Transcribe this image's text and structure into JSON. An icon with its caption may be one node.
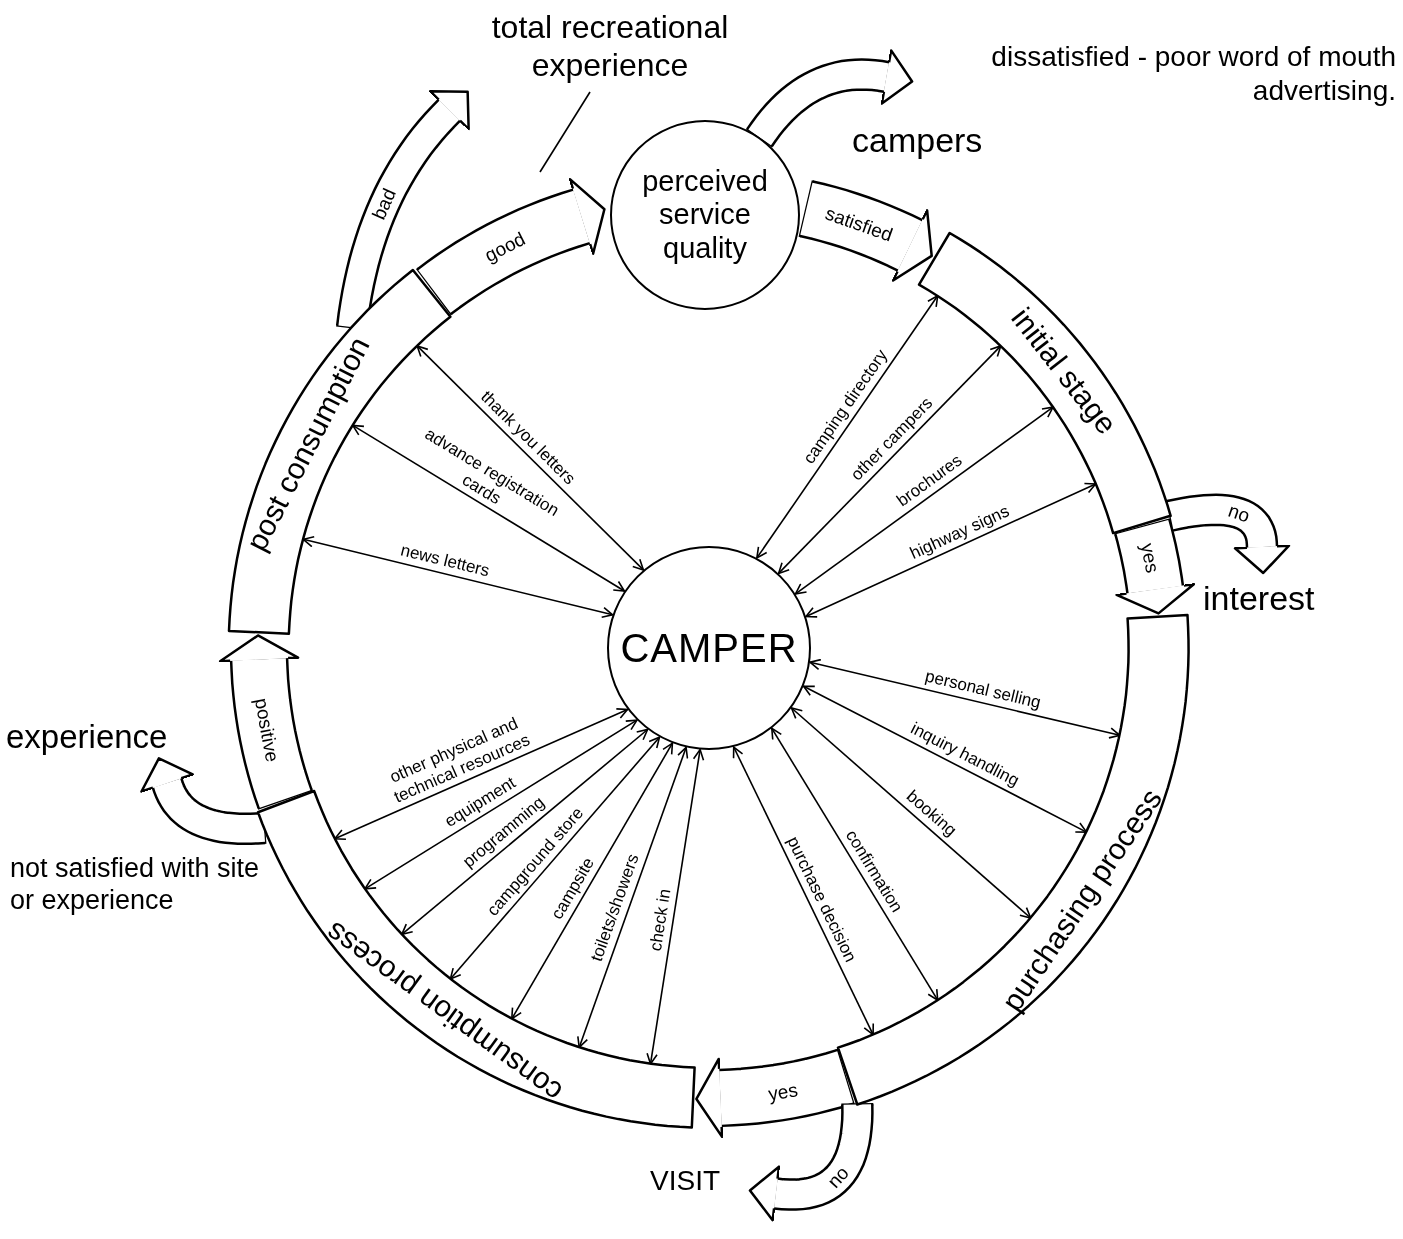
{
  "diagram": {
    "nodes": [
      {
        "text": [
          "CAMPER"
        ]
      },
      {
        "text": [
          "perceived service quality"
        ]
      },
      {
        "text": [
          "initial stage"
        ]
      },
      {
        "text": [
          "purchasing process"
        ]
      },
      {
        "text": [
          "consumption process"
        ]
      },
      {
        "text": [
          "post consumption"
        ]
      },
      {
        "text": [
          "interest"
        ]
      },
      {
        "text": [
          "VISIT"
        ]
      },
      {
        "text": [
          "experience"
        ]
      },
      {
        "text": [
          "dissatisfied - poor word of mouth advertising."
        ]
      },
      {
        "text": [
          "total recreational experience"
        ]
      }
    ],
    "edges": [
      {
        "from": 2,
        "to": 3,
        "arrow": "to",
        "label": "yes",
        "style": "thick"
      },
      {
        "from": 3,
        "to": 4,
        "arrow": "to",
        "label": "yes",
        "style": "thick"
      },
      {
        "from": 4,
        "to": 5,
        "arrow": "to",
        "label": "positive",
        "style": "thick"
      },
      {
        "from": 5,
        "to": 1,
        "arrow": "to",
        "label": "good",
        "style": "thick"
      },
      {
        "from": 1,
        "to": 2,
        "arrow": "to",
        "label": "satisfied",
        "style": "thick"
      },
      {
        "from": 2,
        "to": 6,
        "arrow": "to",
        "label": "no",
        "style": "thick"
      },
      {
        "from": 3,
        "to": 7,
        "arrow": "to",
        "label": "no",
        "style": "thick"
      },
      {
        "from": 5,
        "to": 10,
        "arrow": "to",
        "label": "bad",
        "style": "thick"
      },
      {
        "from": 1,
        "to": 9,
        "arrow": "to",
        "style": "thick"
      },
      {
        "from": 4,
        "to": 8,
        "arrow": "to",
        "style": "thick"
      },
      {
        "from": 10,
        "to": null,
        "arrow": "none"
      },
      {
        "from": 0,
        "to": 2,
        "arrow": "both",
        "label": "camping directory"
      },
      {
        "from": 0,
        "to": 2,
        "arrow": "both",
        "label": "other campers"
      },
      {
        "from": 0,
        "to": 2,
        "arrow": "both",
        "label": "brochures"
      },
      {
        "from": 0,
        "to": 2,
        "arrow": "both",
        "label": "highway signs"
      },
      {
        "from": 0,
        "to": 3,
        "arrow": "both",
        "label": "personal selling"
      },
      {
        "from": 0,
        "to": 3,
        "arrow": "both",
        "label": "inquiry handling"
      },
      {
        "from": 0,
        "to": 3,
        "arrow": "both",
        "label": "booking"
      },
      {
        "from": 0,
        "to": 3,
        "arrow": "both",
        "label": "confirmation"
      },
      {
        "from": 0,
        "to": 3,
        "arrow": "both",
        "label": "purchase decision"
      },
      {
        "from": 0,
        "to": 4,
        "arrow": "both",
        "label": "other physical and technical resources"
      },
      {
        "from": 0,
        "to": 4,
        "arrow": "both",
        "label": "equipment"
      },
      {
        "from": 0,
        "to": 4,
        "arrow": "both",
        "label": "programming"
      },
      {
        "from": 0,
        "to": 4,
        "arrow": "both",
        "label": "campground store"
      },
      {
        "from": 0,
        "to": 4,
        "arrow": "both",
        "label": "campsite"
      },
      {
        "from": 0,
        "to": 4,
        "arrow": "both",
        "label": "toilets/showers"
      },
      {
        "from": 0,
        "to": 4,
        "arrow": "both",
        "label": "check in"
      },
      {
        "from": 0,
        "to": 5,
        "arrow": "both",
        "label": "news letters"
      },
      {
        "from": 0,
        "to": 5,
        "arrow": "both",
        "label": "advance registration cards"
      },
      {
        "from": 0,
        "to": 5,
        "arrow": "both",
        "label": "thank you letters"
      }
    ],
    "labels": [
      "campers",
      "not satisfied with site or experience"
    ]
  }
}
